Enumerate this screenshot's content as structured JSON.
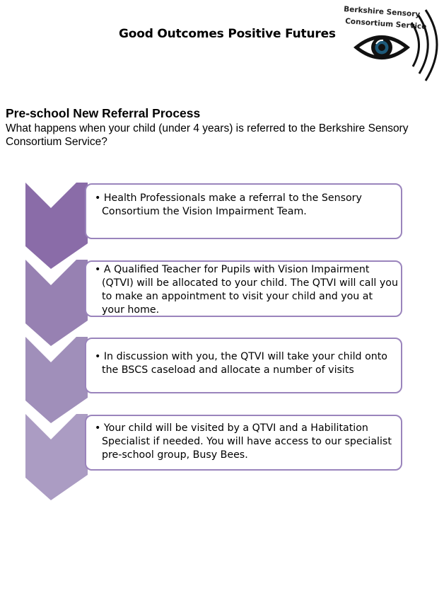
{
  "header": {
    "slogan": "Good Outcomes Positive Futures",
    "logo": {
      "line1": "Berkshire Sensory",
      "line2": "Consortium Service",
      "icon": "eye-icon"
    }
  },
  "page": {
    "title": "Pre-school New Referral Process",
    "subtitle": "What happens when your child (under 4 years) is referred to the Berkshire Sensory Consortium Service?"
  },
  "steps": [
    {
      "text": "• Health Professionals make a referral to the Sensory Consortium the Vision Impairment Team.",
      "color": "#8a6ca8"
    },
    {
      "text": "•  A Qualified Teacher for Pupils with Vision Impairment (QTVI) will be allocated to your child.  The QTVI will call you to make an appointment to visit your child and you at your home.",
      "color": "#9781b2"
    },
    {
      "text": "• In discussion with you, the QTVI will take your child onto the BSCS caseload and allocate a number of visits",
      "color": "#a08fba"
    },
    {
      "text": "• Your child will be visited by a QTVI and a Habilitation Specialist if needed.  You will have access to our specialist pre-school group, Busy Bees.",
      "color": "#ab9cc3"
    }
  ]
}
